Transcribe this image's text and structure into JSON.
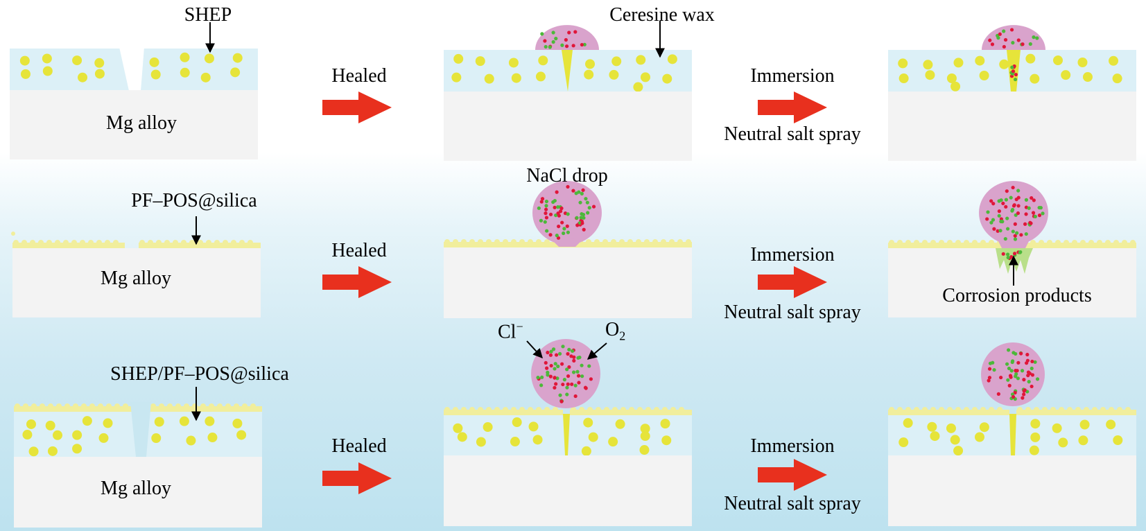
{
  "figure": {
    "rows": [
      {
        "name": "shep",
        "coating_label": "SHEP",
        "substrate_label": "Mg alloy",
        "step1_label": "Healed",
        "step2_label_top": "Immersion",
        "step2_label_bottom": "Neutral salt spray",
        "annotation_mid": "Ceresine wax"
      },
      {
        "name": "pf-pos-silica",
        "coating_label": "PF–POS@silica",
        "substrate_label": "Mg alloy",
        "step1_label": "Healed",
        "step2_label_top": "Immersion",
        "step2_label_bottom": "Neutral salt spray",
        "annotation_mid": "NaCl drop",
        "annotation_right": "Corrosion products"
      },
      {
        "name": "shep-pf-pos-silica",
        "coating_label": "SHEP/PF–POS@silica",
        "substrate_label": "Mg alloy",
        "step1_label": "Healed",
        "step2_label_top": "Immersion",
        "step2_label_bottom": "Neutral salt spray",
        "annotation_chloride": "Cl",
        "annotation_chloride_sup": "−",
        "annotation_oxygen": "O",
        "annotation_oxygen_sub": "2"
      }
    ],
    "colors": {
      "arrow": "#e8301e",
      "coating_blue": "#dcf0f7",
      "particle_yellow": "#e6e43a",
      "silica_layer": "#f1ee9c",
      "substrate": "#f3f3f3",
      "drop_pink": "#d9a3cc",
      "chloride_red": "#e0163a",
      "oxygen_green": "#4cb83a",
      "corrosion_green": "#b9df8a"
    }
  }
}
